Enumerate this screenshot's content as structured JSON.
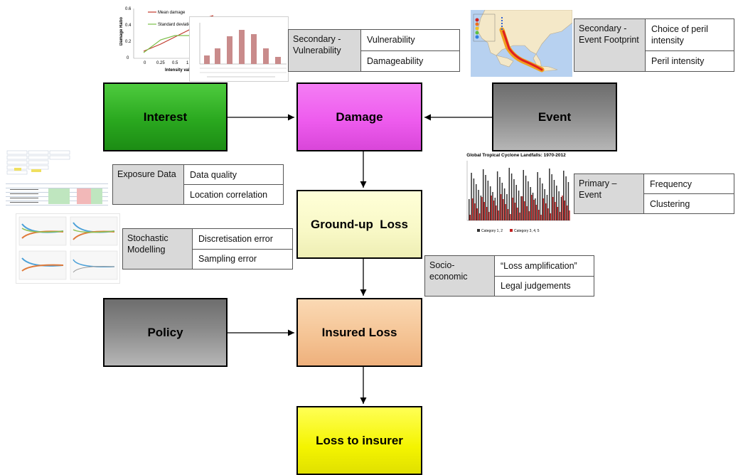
{
  "boxes": {
    "interest": "Interest",
    "damage": "Damage",
    "event": "Event",
    "ground_up_loss": "Ground-up  Loss",
    "policy": "Policy",
    "insured_loss": "Insured Loss",
    "loss_to_insurer": "Loss to insurer"
  },
  "uncertainties": {
    "secondary_vulnerability": {
      "category": "Secondary - Vulnerability",
      "items": [
        "Vulnerability",
        "Damageability"
      ]
    },
    "secondary_event_footprint": {
      "category": "Secondary - Event Footprint",
      "items": [
        "Choice of peril intensity",
        "Peril intensity"
      ]
    },
    "exposure_data": {
      "category": "Exposure Data",
      "items": [
        "Data quality",
        "Location correlation"
      ]
    },
    "primary_event": {
      "category": "Primary – Event",
      "items": [
        "Frequency",
        "Clustering"
      ]
    },
    "stochastic_modelling": {
      "category": "Stochastic Modelling",
      "items": [
        "Discretisation error",
        "Sampling error"
      ]
    },
    "socio_economic": {
      "category": "Socio-economic",
      "items": [
        "“Loss amplification”",
        "Legal judgements"
      ]
    }
  },
  "thumbnails": {
    "vulnerability_chart": {
      "legend_mean": "Mean damage",
      "legend_sd": "Standard deviation damage",
      "xlabel": "Intensity value",
      "ylabel": "Damage Ratio",
      "y_ticks": [
        "0.6",
        "0.4",
        "0.2",
        "0"
      ],
      "x_ticks": [
        "0",
        "0.25",
        "0.5",
        "1"
      ]
    },
    "cyclone_chart": {
      "title": "Global Tropical Cyclone Landfalls: 1970-2012",
      "legend_a": "Category 1, 2",
      "legend_b": "Category 3, 4, 5"
    }
  },
  "colors": {
    "interest": "#2aa81f",
    "damage": "#ee5cee",
    "event": "#8a8a8a",
    "ground_up_loss": "#f8f8c6",
    "policy": "#8a8a8a",
    "insured_loss": "#f4c292",
    "loss_to_insurer": "#f4f400",
    "category_cell": "#d9d9d9"
  }
}
